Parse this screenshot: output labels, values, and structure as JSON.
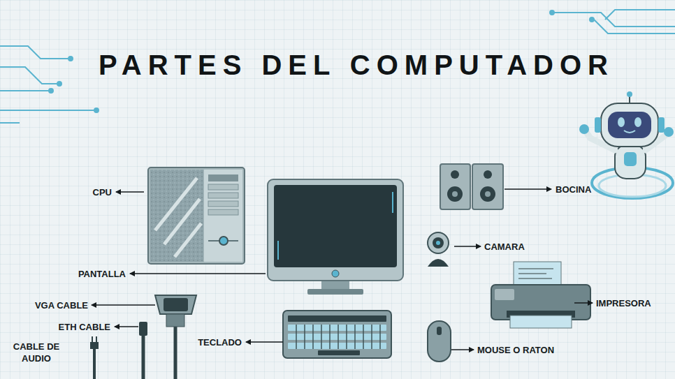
{
  "diagram": {
    "title": "PARTES DEL COMPUTADOR",
    "labels": [
      "CPU",
      "PANTALLA",
      "VGA CABLE",
      "ETH CABLE",
      "CABLE DE AUDIO",
      "TECLADO",
      "BOCINA",
      "CAMARA",
      "IMPRESORA",
      "MOUSE O RATON"
    ]
  }
}
